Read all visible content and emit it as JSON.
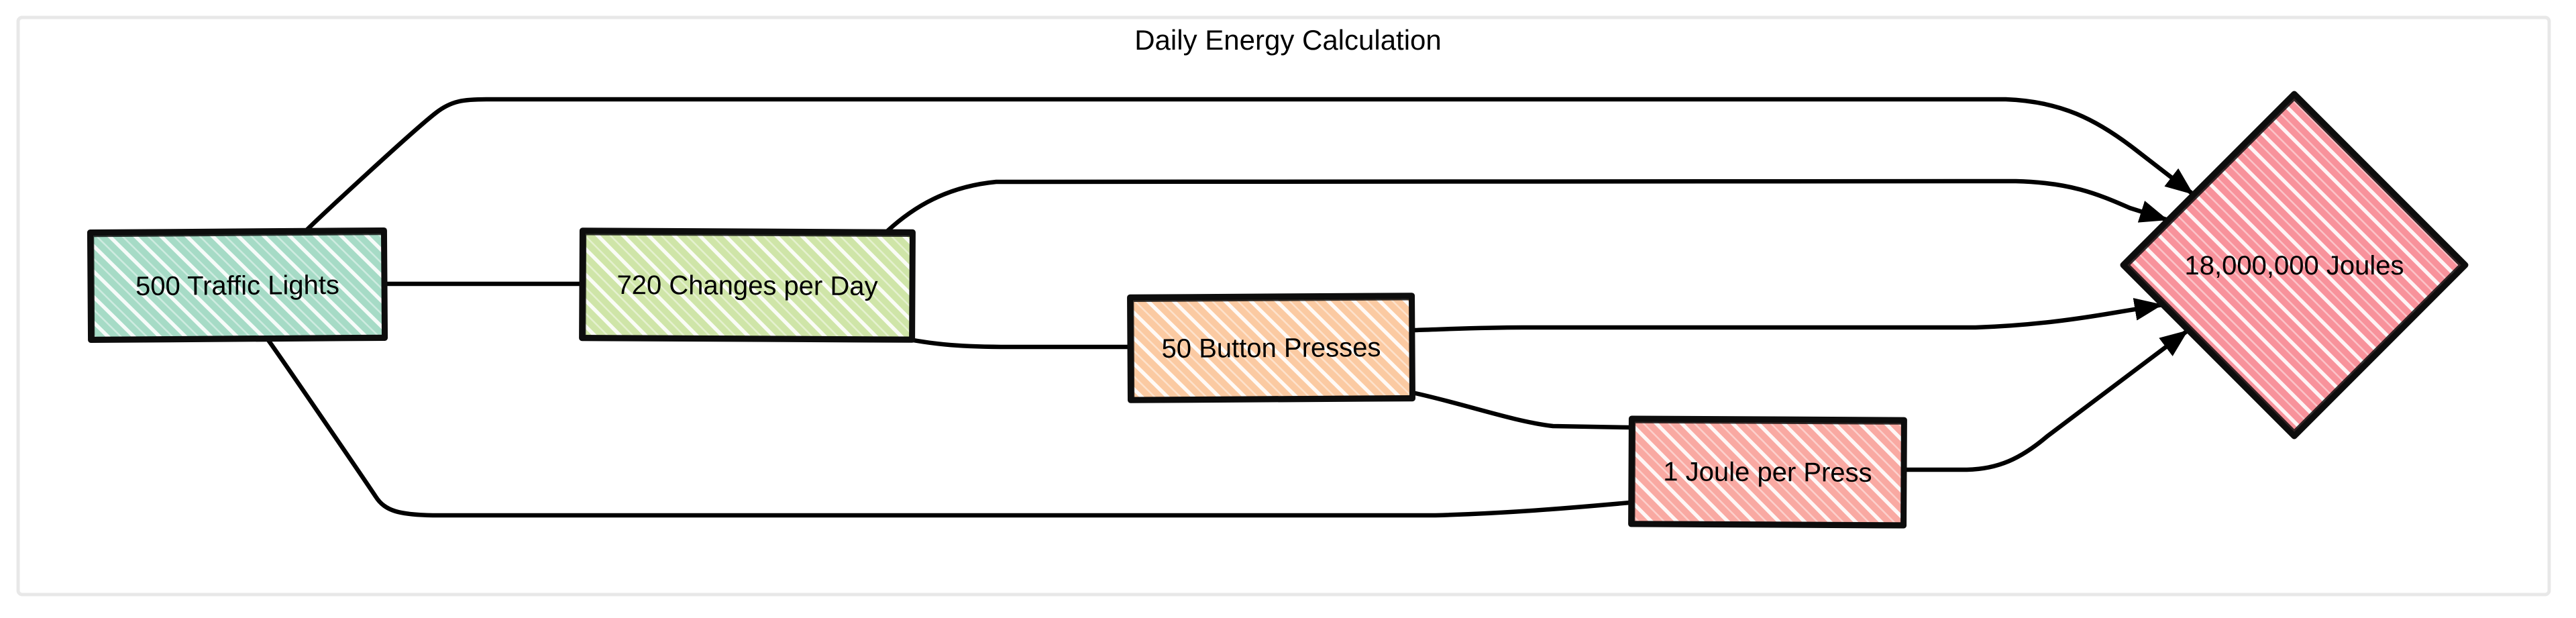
{
  "title": "Daily Energy Calculation",
  "diagram": {
    "type": "flowchart",
    "direction": "left-to-right",
    "style": "hand-drawn-sketch",
    "nodes": {
      "A": {
        "id": "A",
        "label": "500 Traffic Lights",
        "shape": "rectangle",
        "fill": "#a6dbc6"
      },
      "B": {
        "id": "B",
        "label": "720 Changes per Day",
        "shape": "rectangle",
        "fill": "#cfe5a8"
      },
      "C": {
        "id": "C",
        "label": "50 Button Presses",
        "shape": "rectangle",
        "fill": "#fbcaa2"
      },
      "D": {
        "id": "D",
        "label": "1 Joule per Press",
        "shape": "rectangle",
        "fill": "#f9a9a2"
      },
      "E": {
        "id": "E",
        "label": "18,000,000 Joules",
        "shape": "diamond",
        "fill": "#f8929b"
      }
    },
    "edges": [
      {
        "from": "500 Traffic Lights",
        "to": "720 Changes per Day",
        "arrowhead": false
      },
      {
        "from": "720 Changes per Day",
        "to": "50 Button Presses",
        "arrowhead": false
      },
      {
        "from": "50 Button Presses",
        "to": "1 Joule per Press",
        "arrowhead": false
      },
      {
        "from": "500 Traffic Lights",
        "to": "1 Joule per Press",
        "arrowhead": false
      },
      {
        "from": "500 Traffic Lights",
        "to": "18,000,000 Joules",
        "arrowhead": true
      },
      {
        "from": "720 Changes per Day",
        "to": "18,000,000 Joules",
        "arrowhead": true
      },
      {
        "from": "50 Button Presses",
        "to": "18,000,000 Joules",
        "arrowhead": true
      },
      {
        "from": "1 Joule per Press",
        "to": "18,000,000 Joules",
        "arrowhead": true
      }
    ],
    "colors": {
      "edge": "#000000",
      "node_border": "#0d0d0d",
      "text": "#000000",
      "frame_border": "#e8e8e8",
      "background": "#ffffff",
      "hatch": "#ffffff"
    }
  }
}
